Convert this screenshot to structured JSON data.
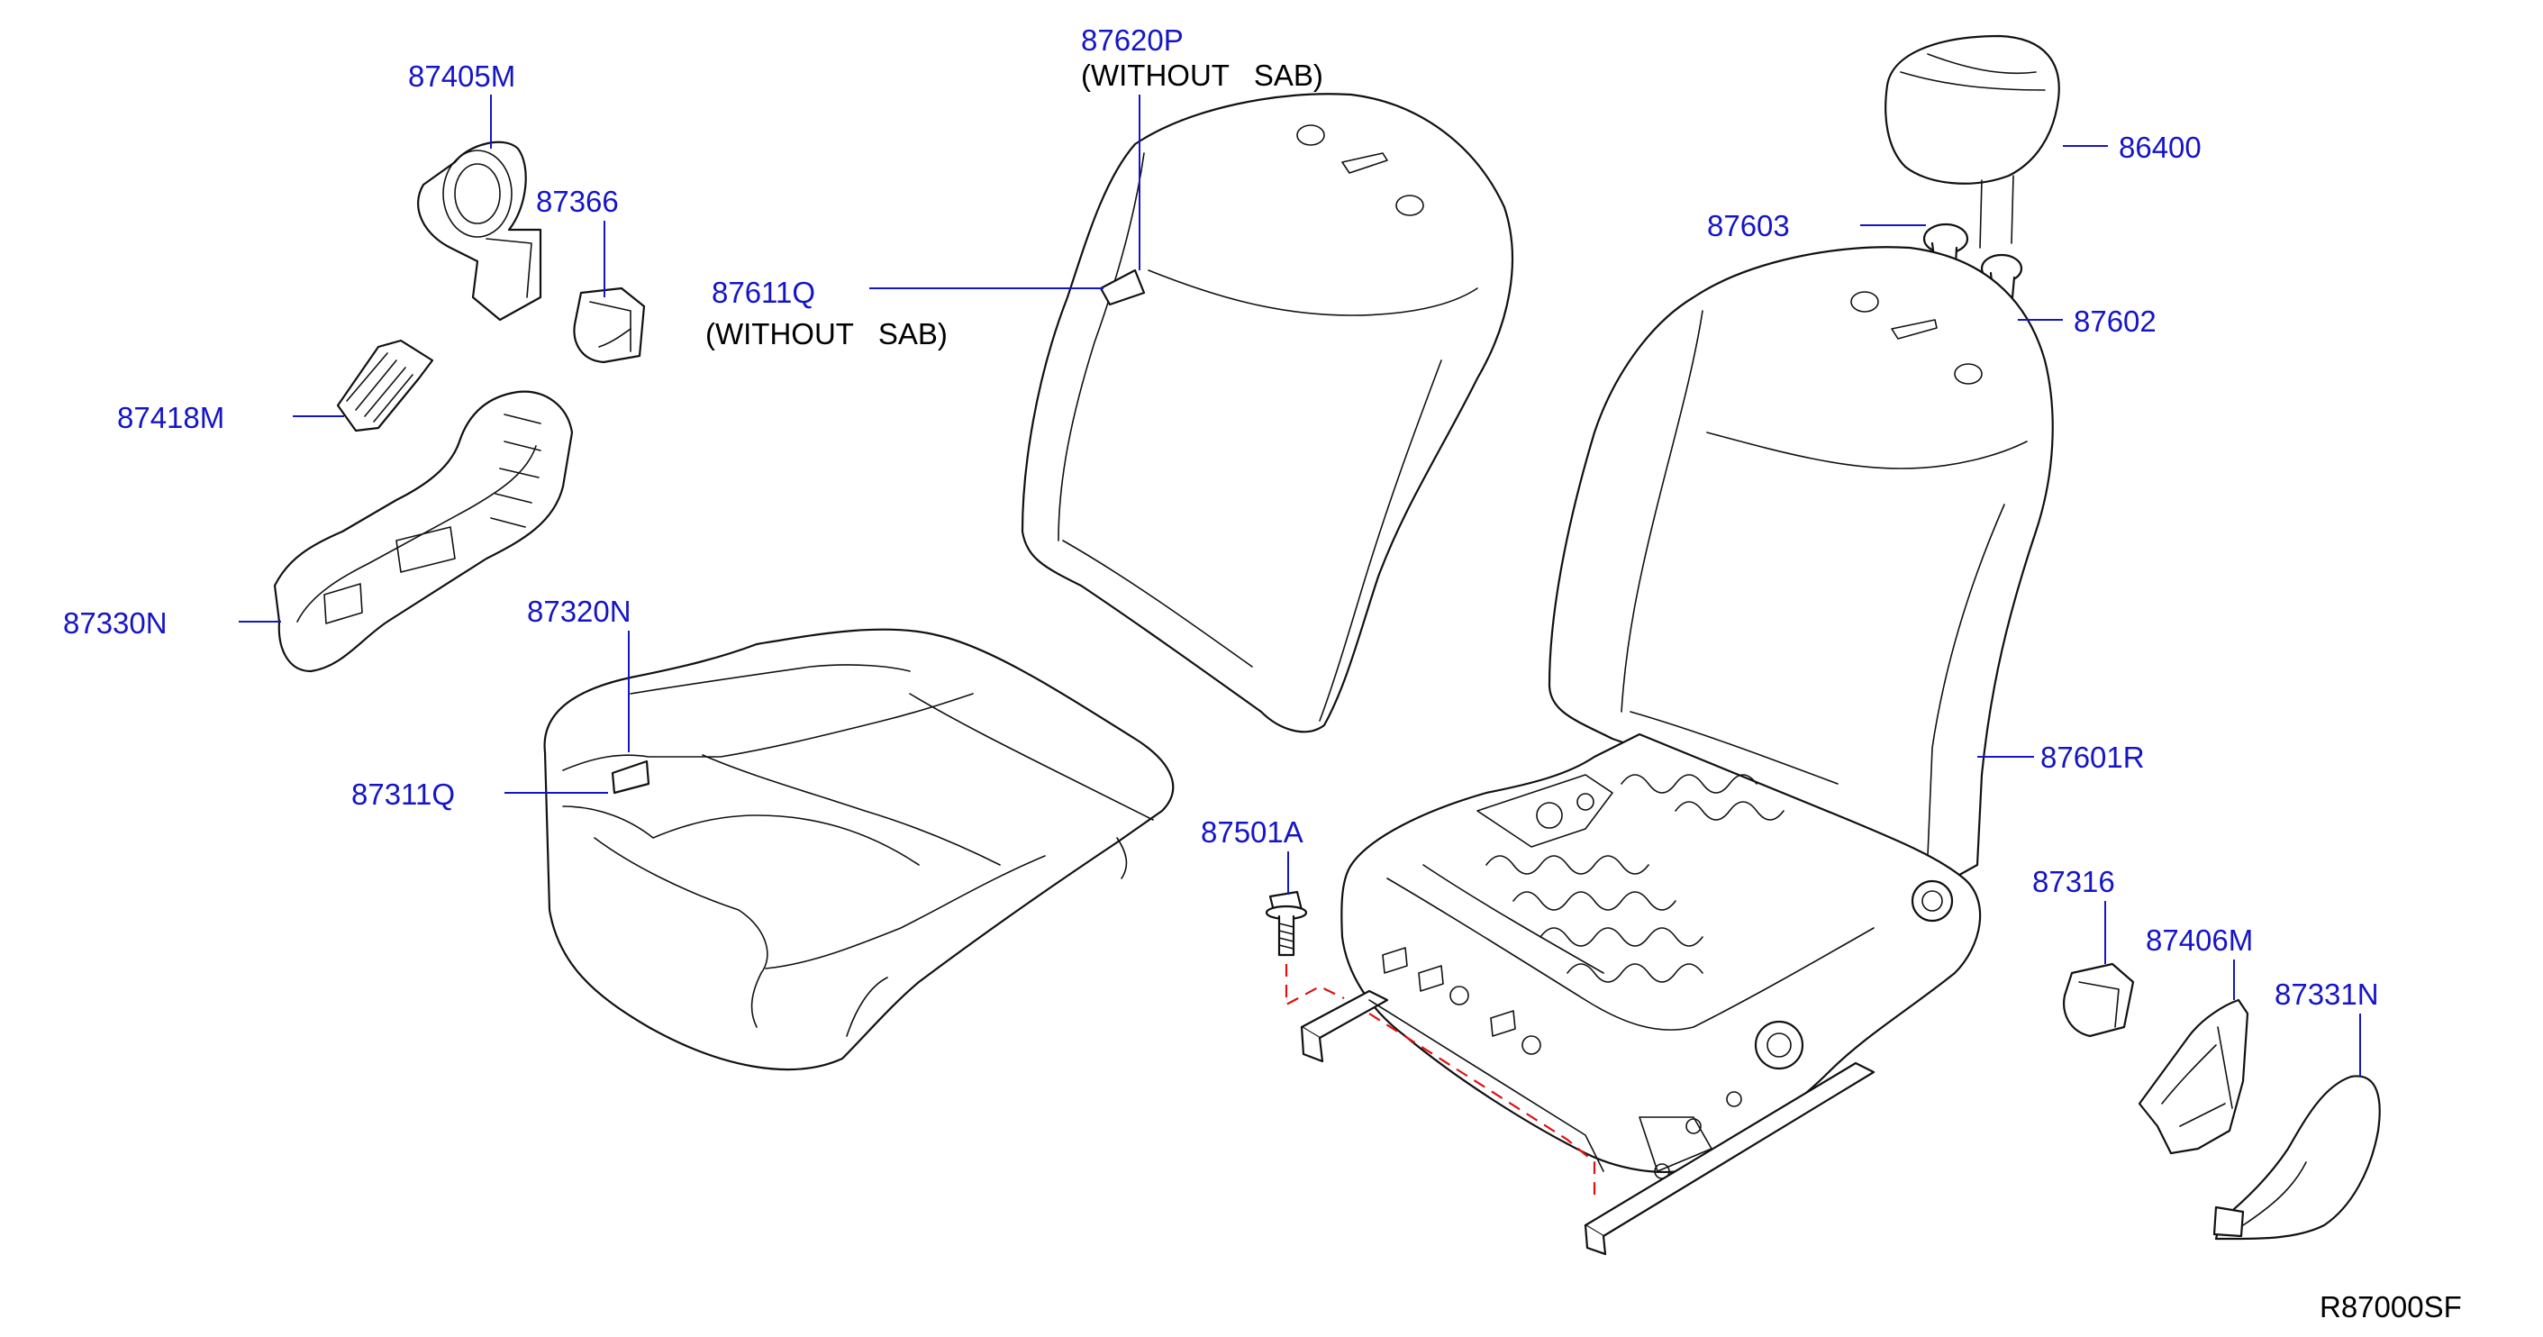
{
  "labels": {
    "p87405M": "87405M",
    "p87366": "87366",
    "p87418M": "87418M",
    "p87330N": "87330N",
    "p87320N": "87320N",
    "p87311Q": "87311Q",
    "p87620P": "87620P",
    "p87611Q": "87611Q",
    "p86400": "86400",
    "p87603": "87603",
    "p87602": "87602",
    "p87601R": "87601R",
    "p87501A": "87501A",
    "p87316": "87316",
    "p87406M": "87406M",
    "p87331N": "87331N"
  },
  "notes": {
    "without_sab_1": "(WITHOUT   SAB)",
    "without_sab_2": "(WITHOUT   SAB)"
  },
  "reference_code": "R87000SF",
  "colors": {
    "label": "#1515c8",
    "line": "#111111",
    "dashed_guide": "#e01010"
  }
}
